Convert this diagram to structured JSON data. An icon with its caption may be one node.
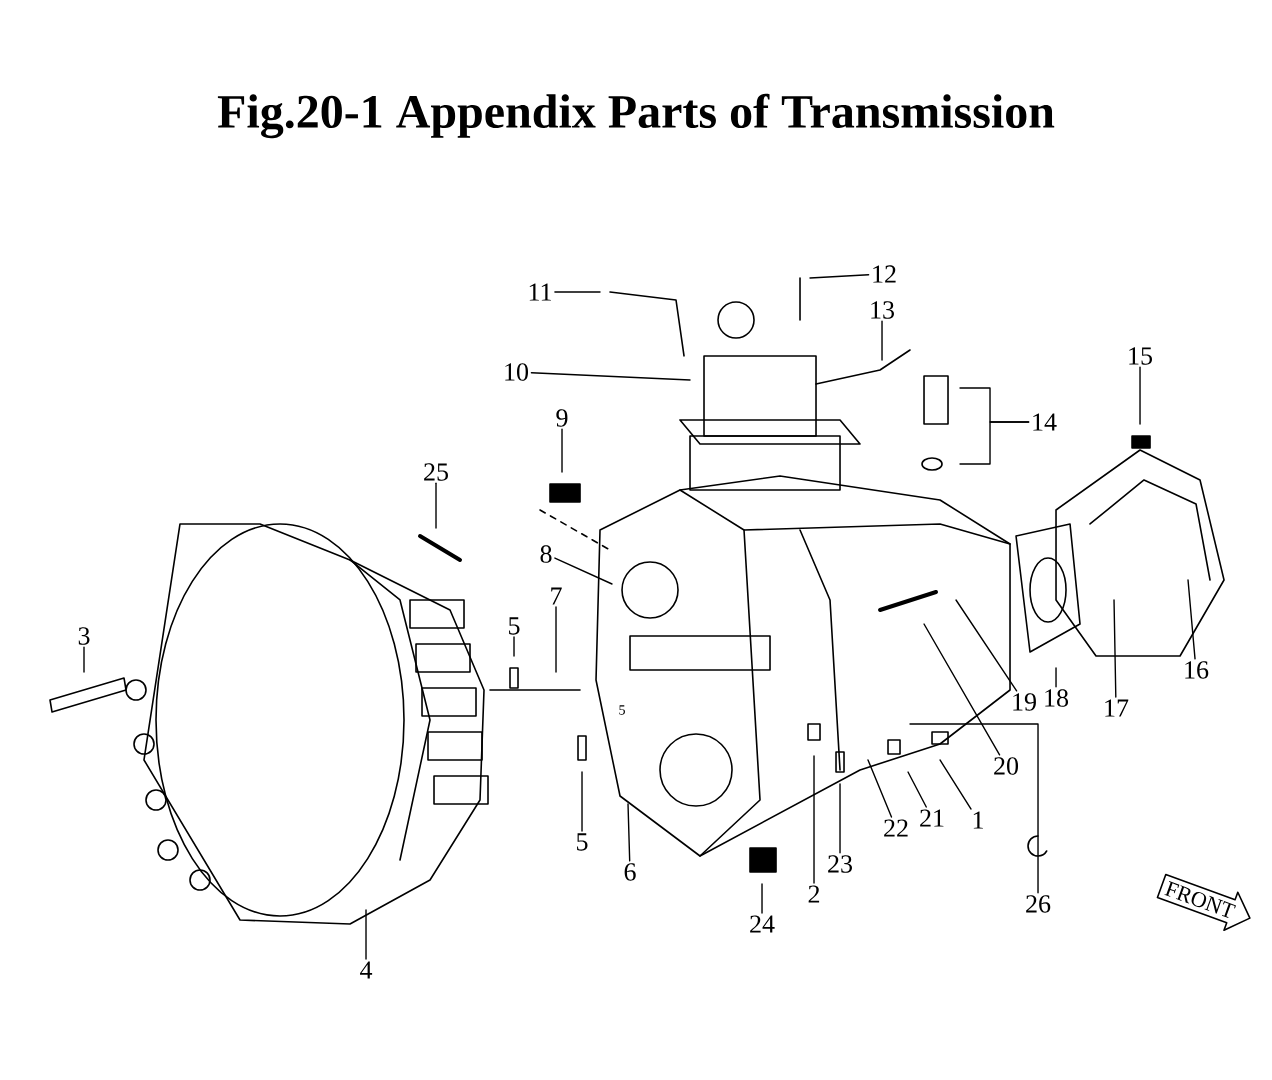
{
  "diagram": {
    "title": "Fig.20-1 Appendix Parts of Transmission",
    "nodes": [
      {
        "text": [
          "11"
        ]
      },
      {
        "text": [
          "12"
        ]
      },
      {
        "text": [
          "13"
        ]
      },
      {
        "text": [
          "10"
        ]
      },
      {
        "text": [
          "15"
        ]
      },
      {
        "text": [
          "9"
        ]
      },
      {
        "text": [
          "14"
        ]
      },
      {
        "text": [
          "25"
        ]
      },
      {
        "text": [
          "8"
        ]
      },
      {
        "text": [
          "7"
        ]
      },
      {
        "text": [
          "5"
        ]
      },
      {
        "text": [
          "3"
        ]
      },
      {
        "text": [
          "16"
        ]
      },
      {
        "text": [
          "19"
        ]
      },
      {
        "text": [
          "18"
        ]
      },
      {
        "text": [
          "17"
        ]
      },
      {
        "text": [
          "20"
        ]
      },
      {
        "text": [
          "21"
        ]
      },
      {
        "text": [
          "1"
        ]
      },
      {
        "text": [
          "22"
        ]
      },
      {
        "text": [
          "5"
        ]
      },
      {
        "text": [
          "23"
        ]
      },
      {
        "text": [
          "6"
        ]
      },
      {
        "text": [
          "2"
        ]
      },
      {
        "text": [
          "26"
        ]
      },
      {
        "text": [
          "24"
        ]
      },
      {
        "text": [
          "4"
        ]
      },
      {
        "text": [
          "FRONT"
        ]
      }
    ],
    "edges": [
      {
        "from": 0,
        "to": null,
        "arrow": "none"
      },
      {
        "from": 1,
        "to": null,
        "arrow": "none"
      },
      {
        "from": 2,
        "to": null,
        "arrow": "none"
      },
      {
        "from": 3,
        "to": null,
        "arrow": "none"
      },
      {
        "from": 4,
        "to": null,
        "arrow": "none"
      },
      {
        "from": 5,
        "to": null,
        "arrow": "none"
      },
      {
        "from": 6,
        "to": null,
        "arrow": "none"
      },
      {
        "from": 6,
        "to": null,
        "arrow": "none"
      },
      {
        "from": 7,
        "to": null,
        "arrow": "none"
      },
      {
        "from": 8,
        "to": null,
        "arrow": "none"
      },
      {
        "from": 9,
        "to": null,
        "arrow": "none"
      },
      {
        "from": 10,
        "to": null,
        "arrow": "none"
      },
      {
        "from": 11,
        "to": null,
        "arrow": "none"
      },
      {
        "from": 12,
        "to": null,
        "arrow": "none"
      },
      {
        "from": 13,
        "to": null,
        "arrow": "none"
      },
      {
        "from": 14,
        "to": null,
        "arrow": "none"
      },
      {
        "from": 15,
        "to": null,
        "arrow": "none"
      },
      {
        "from": 16,
        "to": null,
        "arrow": "none"
      },
      {
        "from": 17,
        "to": null,
        "arrow": "none"
      },
      {
        "from": 18,
        "to": null,
        "arrow": "none"
      },
      {
        "from": 19,
        "to": null,
        "arrow": "none"
      },
      {
        "from": 20,
        "to": null,
        "arrow": "none"
      },
      {
        "from": 21,
        "to": null,
        "arrow": "none"
      },
      {
        "from": 22,
        "to": null,
        "arrow": "none"
      },
      {
        "from": 23,
        "to": null,
        "arrow": "none"
      },
      {
        "from": 24,
        "to": null,
        "arrow": "none"
      },
      {
        "from": 25,
        "to": null,
        "arrow": "none"
      },
      {
        "from": 26,
        "to": null,
        "arrow": "none"
      }
    ],
    "labels": [
      "5"
    ]
  }
}
